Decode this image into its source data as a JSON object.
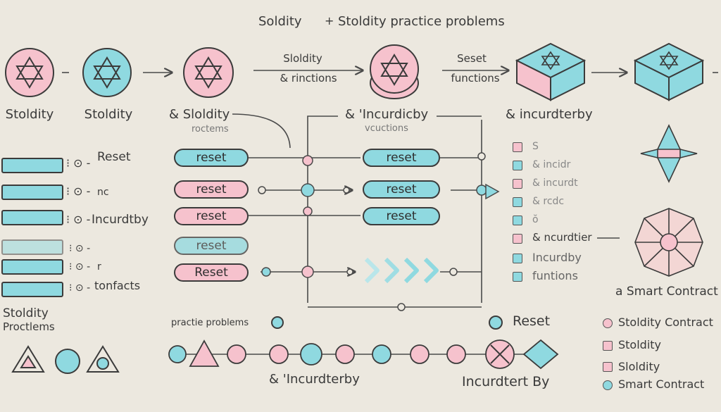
{
  "header": {
    "left": "Soldity",
    "plus": "+",
    "right": "Stoldity practice problems"
  },
  "top_row": {
    "label_1": "Stoldity",
    "label_2": "Stoldity",
    "label_3": "& Sloldity",
    "label_3_sub": "roctems",
    "label_4_line1": "Sloldity",
    "label_4_line2": "& rinctions",
    "label_5_line1": "Seset",
    "label_5_line2": "functions",
    "label_6": "& 'Incurdicby",
    "label_6_sub": "vcuctions",
    "label_7": "& incurdterby"
  },
  "left_column": {
    "items": [
      "Reset",
      "nc",
      "Incurdtby",
      "",
      "r",
      "tonfacts"
    ],
    "footer_line1": "Stoldity",
    "footer_line2": "Proctlems"
  },
  "pills_left": [
    "reset",
    "reset",
    "reset",
    "reset",
    "Reset"
  ],
  "pills_right": [
    "reset",
    "reset",
    "reset"
  ],
  "checklist": [
    "S",
    "& incidr",
    "& incurdt",
    "& rcdc",
    "ŏ",
    "& ncurdtier",
    "Incurdby",
    "funtions"
  ],
  "right_caption": "a Smart Contract",
  "legend": [
    "Stoldity Contract",
    "Stoldity",
    "Sloldity",
    "Smart Contract"
  ],
  "bottom": {
    "practice_label": "practie problems",
    "reset_label": "Reset",
    "incurdterby_label": "& 'Incurdterby",
    "incurdtert_label": "Incurdtert By"
  },
  "colors": {
    "pink": "#f6c2cd",
    "teal": "#8fd9e0",
    "line": "#4a4a4a",
    "background": "#ece8df"
  }
}
